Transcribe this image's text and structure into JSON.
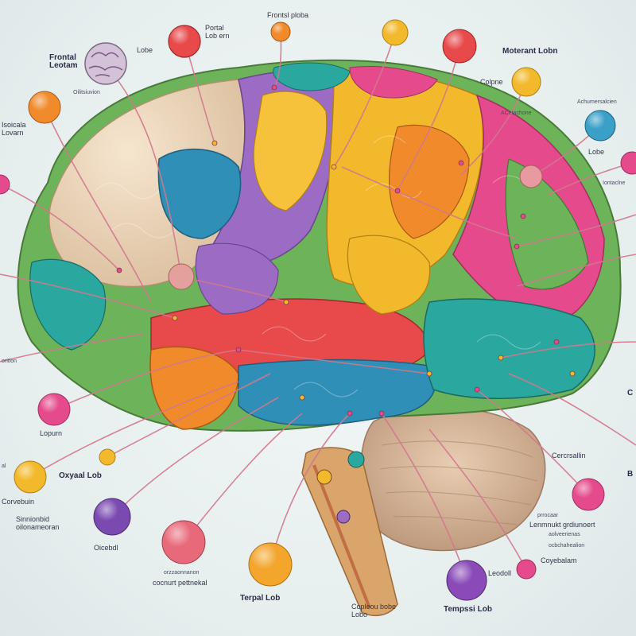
{
  "labels": {
    "frontal_left": "Frontal\nLeotam",
    "lobe_top_left": "Lobe",
    "portal": "Portal\nLob ern",
    "frontal_top": "Frontsl ploba",
    "moterant": "Moterant Lobn",
    "colpne": "Colpne",
    "achumer": "Achumersalcien",
    "acetachone": "ACetachone",
    "lobe_right": "Lobe",
    "isoicala": "Isoicala\nLovarn",
    "oillamon": "Oilitsiuvion",
    "ontacine": "Iontaclne",
    "orition": "orition",
    "lopurn": "Lopurn",
    "oxyaal": "Oxyaal Lob",
    "al": "al",
    "corvebuin": "Corvebuin",
    "sinnonbid": "Sinnionbid\noilonameoran",
    "oicebdl": "Oicebdl",
    "cocnurt": "cocnurt pettnekal",
    "cocnurt_small": "orzzaonnanon",
    "terpal": "Terpal Lob",
    "copleou": "Copleou bobe\nLobo",
    "tempssi": "Tempssi Lob",
    "leodoll": "Leodoll",
    "coyebalam": "Coyebalam",
    "coyebalam_small": "ocbchahealion",
    "lenmnukt": "Lenmnukt grdiunoert",
    "lenmnukt_small": "aolveerienas",
    "lenmnukt_tiny": "prrocaar",
    "cercrsallin": "Cercrsallin",
    "b_edge": "B",
    "c_edge": "C"
  },
  "colors": {
    "line": "#d2788c",
    "brain_beige": "#ecd8bf",
    "lobe_yellow": "#f3b92c",
    "lobe_purple": "#9c6bc4",
    "lobe_blue": "#2f8fb6",
    "lobe_red": "#e8494b",
    "lobe_orange": "#f08a2a",
    "lobe_green": "#6cb35a",
    "lobe_pink": "#e54a8c",
    "lobe_teal": "#2aa8a0",
    "cerebellum": "#d9bba0"
  }
}
